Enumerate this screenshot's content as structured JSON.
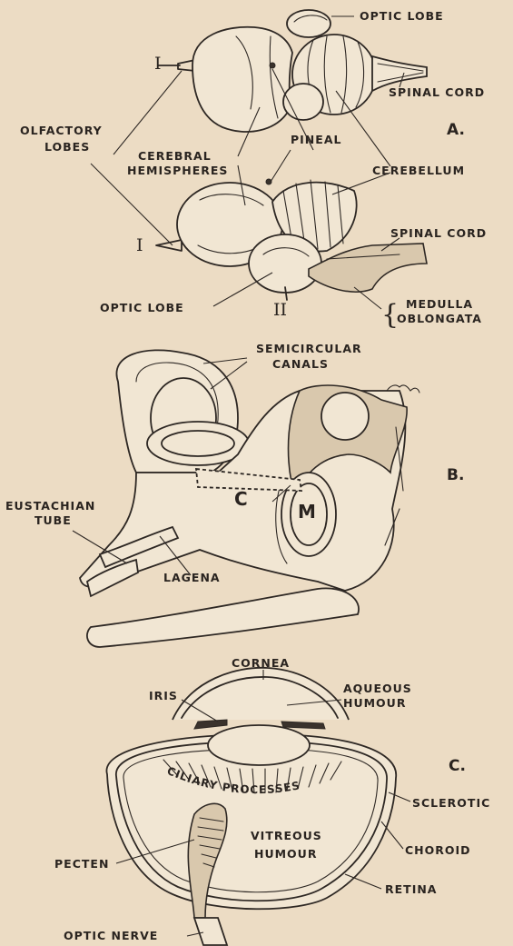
{
  "panels": {
    "a": "A.",
    "b": "B.",
    "c": "C."
  },
  "brain": {
    "optic_lobe_top": "OPTIC LOBE",
    "spinal_cord_top": "SPINAL CORD",
    "olfactory_lobes_line1": "OLFACTORY",
    "olfactory_lobes_line2": "LOBES",
    "cerebral_line1": "CEREBRAL",
    "cerebral_line2": "HEMISPHERES",
    "pineal": "PINEAL",
    "cerebellum": "CEREBELLUM",
    "spinal_cord_side": "SPINAL CORD",
    "optic_lobe_side": "OPTIC LOBE",
    "medulla_line1": "MEDULLA",
    "medulla_line2": "OBLONGATA",
    "numeral_i_top": "I",
    "numeral_i_side": "I",
    "numeral_ii": "II",
    "brace": "{"
  },
  "ear": {
    "semicircular_line1": "SEMICIRCULAR",
    "semicircular_line2": "CANALS",
    "eustachian_line1": "EUSTACHIAN",
    "eustachian_line2": "TUBE",
    "lagena": "LAGENA",
    "c_letter": "C",
    "m_letter": "M"
  },
  "eye": {
    "cornea": "CORNEA",
    "aqueous_line1": "AQUEOUS",
    "aqueous_line2": "HUMOUR",
    "iris": "IRIS",
    "ciliary": "CILIARY PROCESSES",
    "sclerotic": "SCLEROTIC",
    "vitreous_line1": "VITREOUS",
    "vitreous_line2": "HUMOUR",
    "choroid": "CHOROID",
    "pecten": "PECTEN",
    "retina": "RETINA",
    "optic_nerve": "OPTIC NERVE"
  }
}
